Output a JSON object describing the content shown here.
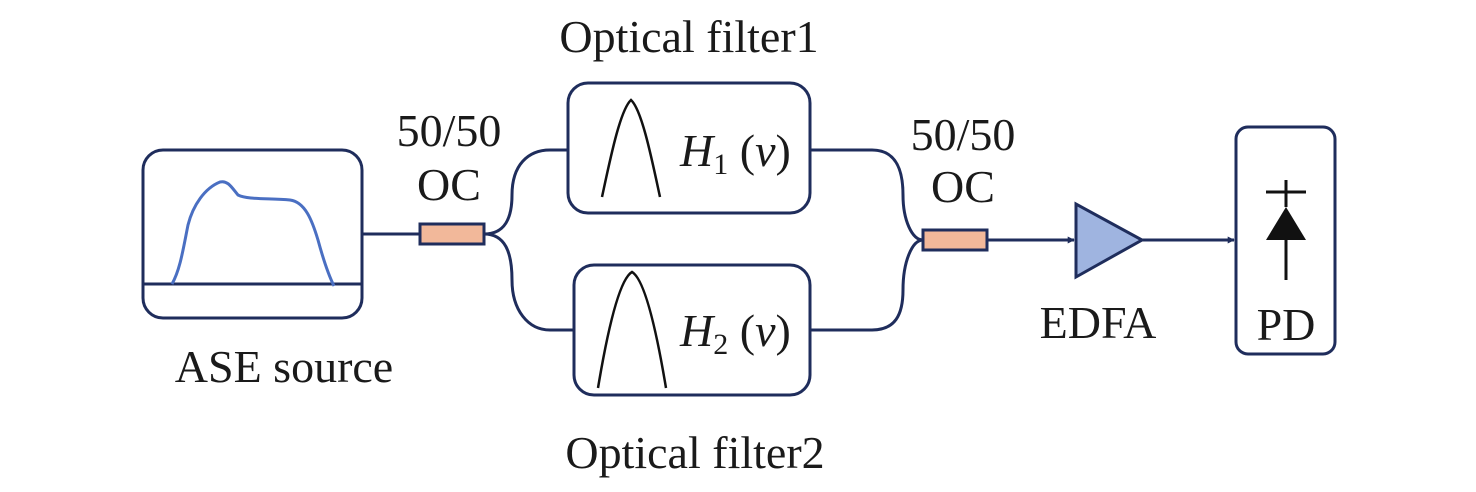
{
  "labels": {
    "filter1": "Optical filter1",
    "filter2": "Optical filter2",
    "coupler_in_ratio": "50/50",
    "coupler_in_name": "OC",
    "coupler_out_ratio": "50/50",
    "coupler_out_name": "OC",
    "source": "ASE source",
    "amplifier": "EDFA",
    "detector": "PD"
  },
  "transfer_functions": {
    "h1": {
      "symbol": "H",
      "index": "1",
      "argument": "v"
    },
    "h2": {
      "symbol": "H",
      "index": "2",
      "argument": "v"
    }
  },
  "colors": {
    "fiber": "#1f2d5c",
    "box_stroke": "#1f2d5c",
    "ase_spectrum": "#4a6fc2",
    "coupler_fill": "#f2b89a",
    "edfa_fill": "#9fb4e0",
    "diode": "#111111"
  }
}
